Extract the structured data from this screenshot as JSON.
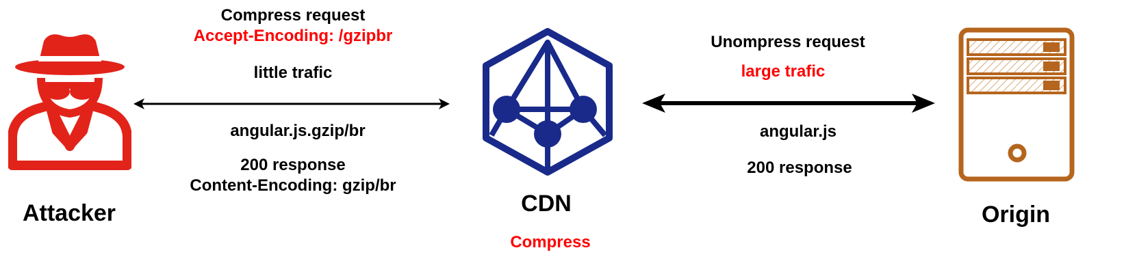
{
  "nodes": {
    "attacker": {
      "label": "Attacker",
      "icon": "spy-icon",
      "color": "#e2231a"
    },
    "cdn": {
      "label": "CDN",
      "sublabel": "Compress",
      "icon": "network-hexagon-icon",
      "color": "#192a8a"
    },
    "origin": {
      "label": "Origin",
      "icon": "server-tower-icon",
      "color": "#b5651d"
    }
  },
  "left_link": {
    "request_title": "Compress request",
    "request_header": "Accept-Encoding: /gzipbr",
    "traffic": "little trafic",
    "response_file": "angular.js.gzip/br",
    "response_status": "200 response",
    "response_header": "Content-Encoding: gzip/br"
  },
  "right_link": {
    "request_title": "Unompress request",
    "traffic": "large trafic",
    "response_file": "angular.js",
    "response_status": "200 response"
  },
  "colors": {
    "text": "#000000",
    "highlight": "#ff0000",
    "arrow": "#000000"
  }
}
